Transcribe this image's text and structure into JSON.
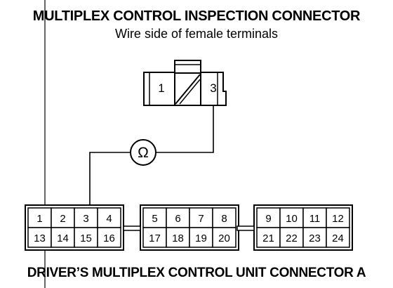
{
  "inspection_connector": {
    "title": "MULTIPLEX CONTROL INSPECTION CONNECTOR",
    "subtitle": "Wire side of female terminals",
    "terminals": [
      "1",
      "3"
    ]
  },
  "meter": {
    "symbol": "Ω"
  },
  "unit_connector": {
    "title": "DRIVER’S MULTIPLEX CONTROL UNIT CONNECTOR A",
    "blocks": [
      {
        "top": [
          "1",
          "2",
          "3",
          "4"
        ],
        "bottom": [
          "13",
          "14",
          "15",
          "16"
        ]
      },
      {
        "top": [
          "5",
          "6",
          "7",
          "8"
        ],
        "bottom": [
          "17",
          "18",
          "19",
          "20"
        ]
      },
      {
        "top": [
          "9",
          "10",
          "11",
          "12"
        ],
        "bottom": [
          "21",
          "22",
          "23",
          "24"
        ]
      }
    ]
  },
  "connections": [
    {
      "from": "inspection-terminal-3",
      "to": "ohmmeter"
    },
    {
      "from": "ohmmeter",
      "to": "unit-terminal-3"
    }
  ]
}
